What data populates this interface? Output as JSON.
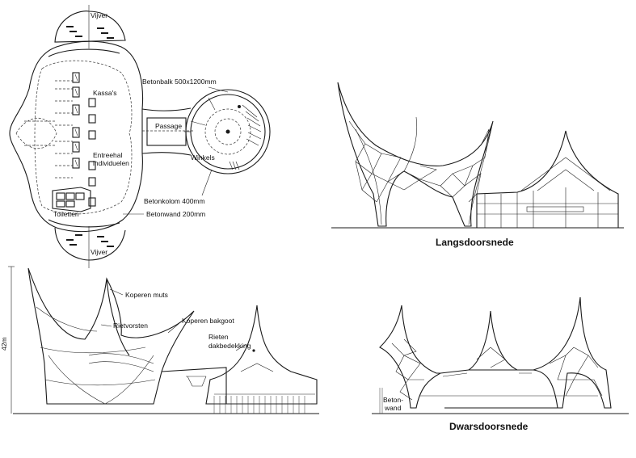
{
  "plan": {
    "vijver_top": "Vijver",
    "kassas": "Kassa's",
    "entreehal": "Entreehal",
    "individuelen": "individuelen",
    "toiletten": "Toiletten",
    "betonwand": "Betonwand 200mm",
    "vijver_bottom": "Vijver",
    "betonbalk": "Betonbalk 500x1200mm",
    "passage": "Passage",
    "winkels": "Winkels",
    "betonkolom": "Betonkolom 400mm"
  },
  "langs": {
    "caption": "Langsdoorsnede"
  },
  "elevation": {
    "height": "42m",
    "koperen_muts": "Koperen muts",
    "rietvorsten": "Rietvorsten",
    "koperen_bakgoot": "Koperen bakgoot",
    "rieten1": "Rieten",
    "rieten2": "dakbedekking"
  },
  "dwars": {
    "beton": "Beton-",
    "wand": "wand",
    "caption": "Dwarsdoorsnede"
  }
}
